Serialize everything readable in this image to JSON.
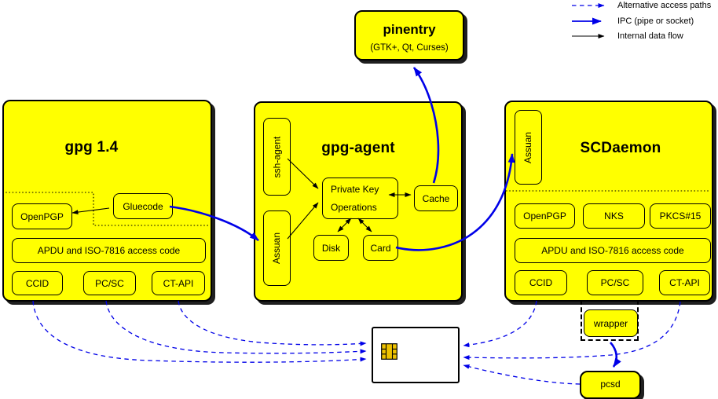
{
  "colors": {
    "box_fill": "#ffff00",
    "ipc_blue": "#0000e8",
    "ink": "#000000",
    "chip_gold": "#eec200",
    "card_fill": "#ffffff",
    "shadow": "#1f1f1f"
  },
  "legend": {
    "alt_label": "Alternative access paths",
    "ipc_label": "IPC (pipe or socket)",
    "internal_label": "Internal data flow"
  },
  "pinentry": {
    "title": "pinentry",
    "subtitle": "(GTK+, Qt, Curses)"
  },
  "gpg14": {
    "title": "gpg 1.4",
    "openpgp": "OpenPGP",
    "gluecode": "Gluecode",
    "apdu": "APDU and ISO-7816 access code",
    "ccid": "CCID",
    "pcsc": "PC/SC",
    "ctapi": "CT-API"
  },
  "gpg_agent": {
    "title": "gpg-agent",
    "ssh_agent": "ssh-agent",
    "assuan": "Assuan",
    "pko_line1": "Private Key",
    "pko_line2": "Operations",
    "cache": "Cache",
    "disk": "Disk",
    "card": "Card"
  },
  "scdaemon": {
    "title": "SCDaemon",
    "assuan": "Assuan",
    "openpgp": "OpenPGP",
    "nks": "NKS",
    "pkcs15": "PKCS#15",
    "apdu": "APDU and ISO-7816 access code",
    "ccid": "CCID",
    "pcsc": "PC/SC",
    "ctapi": "CT-API",
    "wrapper": "wrapper"
  },
  "pcsd": {
    "label": "pcsd"
  }
}
